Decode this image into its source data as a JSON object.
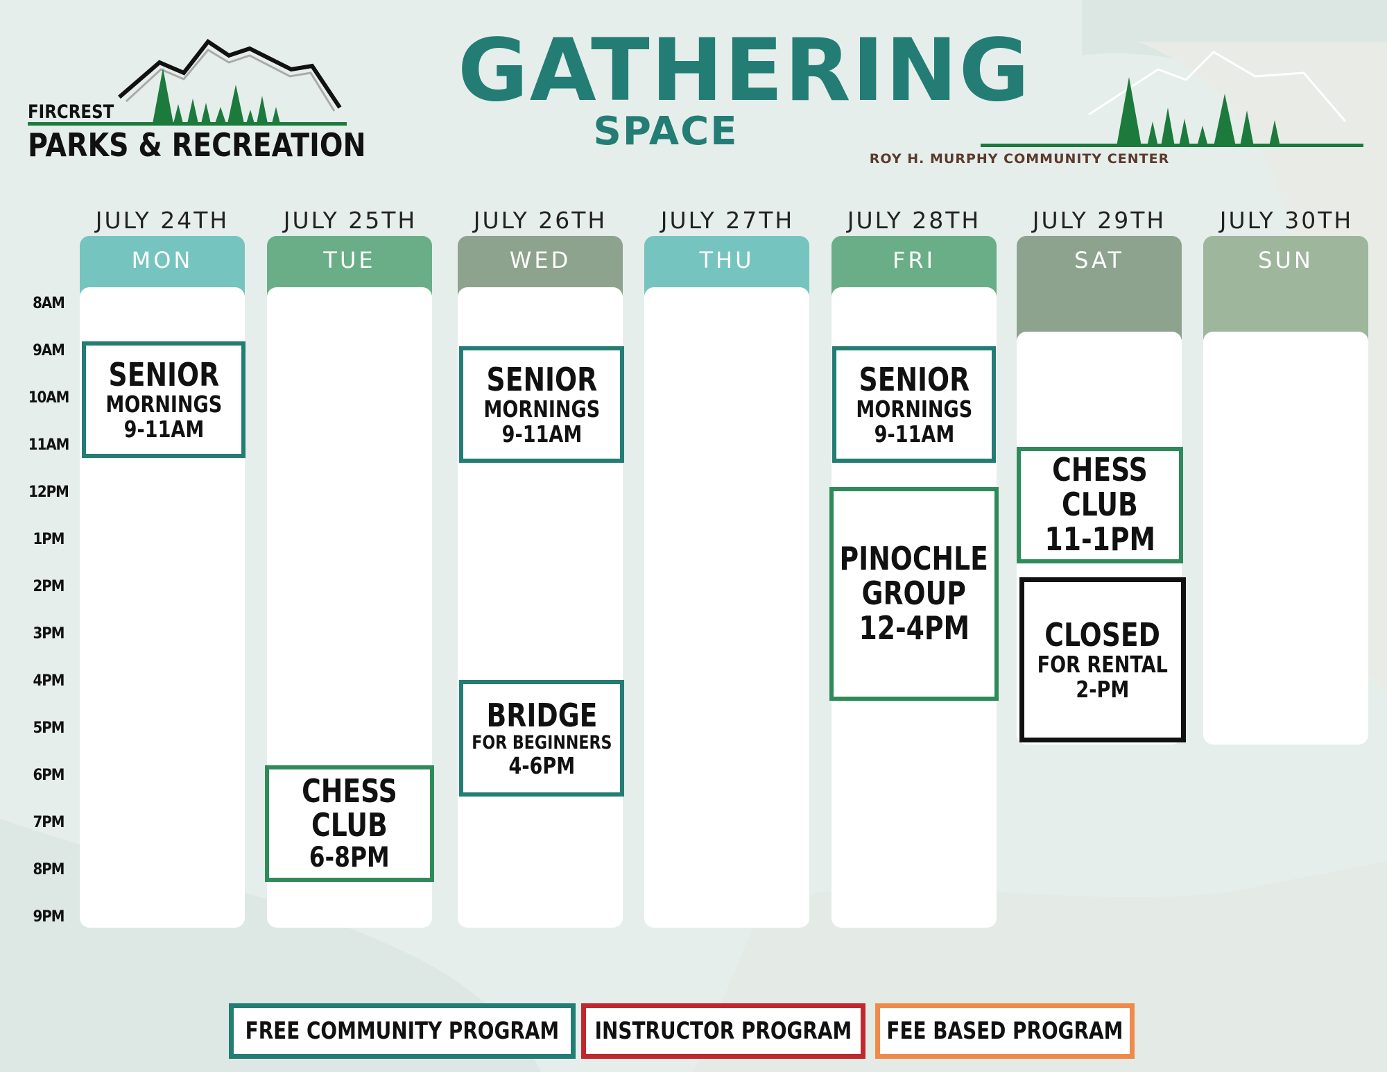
{
  "header": {
    "title": "GATHERING",
    "subtitle": "SPACE",
    "left_logo_small": "FIRCREST",
    "left_logo_big": "PARKS & RECREATION",
    "right_logo_text": "ROY H. MURPHY COMMUNITY CENTER"
  },
  "colors": {
    "teal_title": "#237d74",
    "mon_header": "#76c4bf",
    "tue_header": "#6aae88",
    "wed_header": "#8da38e",
    "thu_header": "#76c4bf",
    "fri_header": "#6aae88",
    "sat_header": "#8da38e",
    "sun_header": "#9db69c",
    "free_program": "#237d74",
    "instructor_program": "#c0282d",
    "fee_program": "#f08a4b"
  },
  "times": [
    "8AM",
    "9AM",
    "10AM",
    "11AM",
    "12PM",
    "1PM",
    "2PM",
    "3PM",
    "4PM",
    "5PM",
    "6PM",
    "7PM",
    "8PM",
    "9PM"
  ],
  "days": [
    {
      "date": "JULY 24TH",
      "day": "MON"
    },
    {
      "date": "JULY 25TH",
      "day": "TUE"
    },
    {
      "date": "JULY 26TH",
      "day": "WED"
    },
    {
      "date": "JULY 27TH",
      "day": "THU"
    },
    {
      "date": "JULY 28TH",
      "day": "FRI"
    },
    {
      "date": "JULY 29TH",
      "day": "SAT"
    },
    {
      "date": "JULY 30TH",
      "day": "SUN"
    }
  ],
  "events": {
    "mon_senior": {
      "line1": "SENIOR",
      "line2": "MORNINGS",
      "line3": "9-11AM"
    },
    "wed_senior": {
      "line1": "SENIOR",
      "line2": "MORNINGS",
      "line3": "9-11AM"
    },
    "fri_senior": {
      "line1": "SENIOR",
      "line2": "MORNINGS",
      "line3": "9-11AM"
    },
    "tue_chess": {
      "line1": "CHESS",
      "line2": "CLUB",
      "line3": "6-8PM"
    },
    "wed_bridge": {
      "line1": "BRIDGE",
      "line2": "FOR BEGINNERS",
      "line3": "4-6PM"
    },
    "fri_pinochle": {
      "line1": "PINOCHLE",
      "line2": "GROUP",
      "line3": "12-4PM"
    },
    "sat_chess": {
      "line1": "CHESS",
      "line2": "CLUB",
      "line3": "11-1PM"
    },
    "sat_closed": {
      "line1": "CLOSED",
      "line2": "FOR RENTAL",
      "line3": "2-PM"
    }
  },
  "legend": {
    "free": "FREE COMMUNITY PROGRAM",
    "instructor": "INSTRUCTOR PROGRAM",
    "fee": "FEE BASED PROGRAM"
  }
}
